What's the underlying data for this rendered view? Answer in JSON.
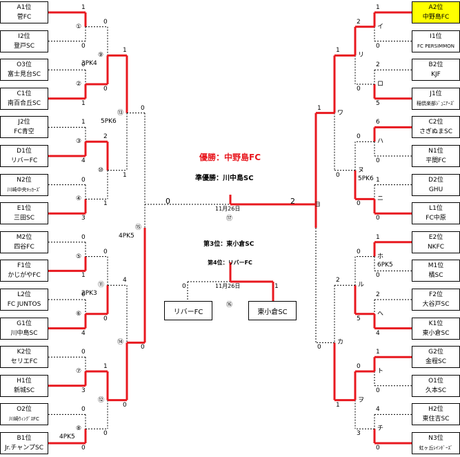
{
  "left_teams": [
    {
      "seed": "A1位",
      "name": "菅FC"
    },
    {
      "seed": "I2位",
      "name": "登戸SC"
    },
    {
      "seed": "O3位",
      "name": "富士見台SC"
    },
    {
      "seed": "C1位",
      "name": "南百合丘SC"
    },
    {
      "seed": "J2位",
      "name": "FC青空"
    },
    {
      "seed": "D1位",
      "name": "リバーFC"
    },
    {
      "seed": "N2位",
      "name": "川崎中央ｷｯｶｰｽﾞ"
    },
    {
      "seed": "E1位",
      "name": "三田SC"
    },
    {
      "seed": "M2位",
      "name": "四谷FC"
    },
    {
      "seed": "F1位",
      "name": "かじがやFC"
    },
    {
      "seed": "L2位",
      "name": "FC JUNTOS"
    },
    {
      "seed": "G1位",
      "name": "川中島SC"
    },
    {
      "seed": "K2位",
      "name": "セリエFC"
    },
    {
      "seed": "H1位",
      "name": "新城SC"
    },
    {
      "seed": "O2位",
      "name": "川崎ｳｨﾝｸﾞｽFC"
    },
    {
      "seed": "B1位",
      "name": "Jr.チャンプSC"
    }
  ],
  "right_teams": [
    {
      "seed": "A2位",
      "name": "中野島FC"
    },
    {
      "seed": "I1位",
      "name": "FC PERSIMMON"
    },
    {
      "seed": "B2位",
      "name": "KJF"
    },
    {
      "seed": "J1位",
      "name": "稲倶楽部ｼﾞｭﾆｱｰｽﾞ"
    },
    {
      "seed": "C2位",
      "name": "さぎぬまSC"
    },
    {
      "seed": "N1位",
      "name": "平間FC"
    },
    {
      "seed": "D2位",
      "name": "GHU"
    },
    {
      "seed": "L1位",
      "name": "FC中原"
    },
    {
      "seed": "E2位",
      "name": "NKFC"
    },
    {
      "seed": "M1位",
      "name": "橘SC"
    },
    {
      "seed": "F2位",
      "name": "大谷戸SC"
    },
    {
      "seed": "K1位",
      "name": "東小倉SC"
    },
    {
      "seed": "G2位",
      "name": "金程SC"
    },
    {
      "seed": "O1位",
      "name": "久本SC"
    },
    {
      "seed": "H2位",
      "name": "東住吉SC"
    },
    {
      "seed": "N3位",
      "name": "虹ヶ丘ﾚｲﾝﾎﾞｰｽﾞ"
    }
  ],
  "results": {
    "champion": "優勝：中野島FC",
    "runner_up": "準優勝：川中島SC",
    "third": "第3位：東小倉SC",
    "fourth": "第4位：リバーFC"
  },
  "final": {
    "date": "11月26日",
    "match_no": "⑰",
    "left_score": "0",
    "right_score": "2",
    "right_label": "ヨ"
  },
  "third_place": {
    "date": "11月26日",
    "match_no": "⑯",
    "left_team": "リバーFC",
    "right_team": "東小倉SC",
    "left_score": "0",
    "right_score": "1"
  },
  "left_r1_scores": [
    "1",
    "0",
    "0",
    "1",
    "1",
    "4",
    "0",
    "3",
    "0",
    "1",
    "0",
    "4",
    "0",
    "3",
    "0",
    "0"
  ],
  "left_r1_labels": [
    "①",
    "②",
    "③",
    "④",
    "⑤",
    "⑥",
    "⑦",
    "⑧"
  ],
  "left_r1_pk": [
    "",
    "",
    "",
    "",
    "",
    "",
    "",
    "4PK5"
  ],
  "left_r2_scores": [
    "0",
    "0",
    "2",
    "1",
    "0",
    "0",
    "1",
    "0"
  ],
  "left_r2_labels": [
    "⑨",
    "⑩",
    "⑪",
    "⑫"
  ],
  "left_r2_pk": [
    "3PK4",
    "",
    "2PK3",
    ""
  ],
  "left_r3_scores": [
    "1",
    "1",
    "4",
    "0"
  ],
  "left_r3_labels": [
    "⑬",
    "⑭"
  ],
  "left_r3_pk": [
    "5PK6",
    ""
  ],
  "left_r4_scores": [
    "0",
    "0"
  ],
  "left_r4_labels": [
    "⑮"
  ],
  "left_r4_pk": [
    "4PK5"
  ],
  "right_r1_scores": [
    "1",
    "0",
    "2",
    "5",
    "6",
    "0",
    "1",
    "0",
    "1",
    "0",
    "2",
    "4",
    "1",
    "0",
    "4",
    "0"
  ],
  "right_r1_labels": [
    "イ",
    "ロ",
    "ハ",
    "ニ",
    "ホ",
    "ヘ",
    "ト",
    "チ"
  ],
  "right_r1_pk": [
    "",
    "",
    "",
    "",
    "6PK5",
    "",
    "",
    ""
  ],
  "right_r2_scores": [
    "2",
    "0",
    "0",
    "0",
    "0",
    "5",
    "0",
    "3"
  ],
  "right_r2_labels": [
    "リ",
    "ヌ",
    "ル",
    "ヲ"
  ],
  "right_r2_pk": [
    "",
    "5PK6",
    "",
    ""
  ],
  "right_r3_scores": [
    "1",
    "0",
    "2",
    "1"
  ],
  "right_r3_labels": [
    "ワ",
    "カ"
  ],
  "right_r4_scores": [
    "1",
    "0"
  ]
}
